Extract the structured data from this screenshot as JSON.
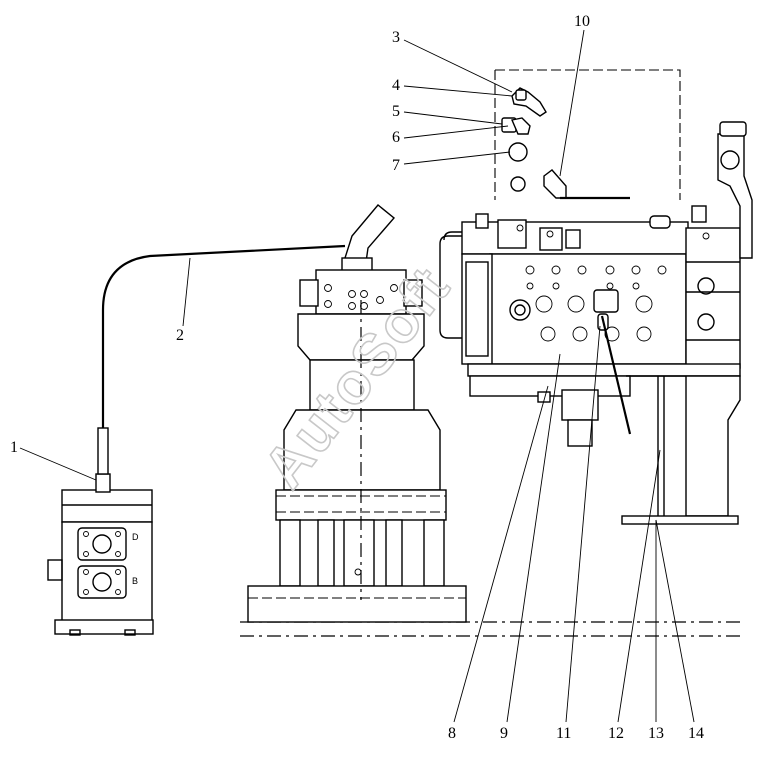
{
  "watermark": "AutoSoft",
  "callouts": [
    {
      "id": "c1",
      "number": "1"
    },
    {
      "id": "c2",
      "number": "2"
    },
    {
      "id": "c3",
      "number": "3"
    },
    {
      "id": "c4",
      "number": "4"
    },
    {
      "id": "c5",
      "number": "5"
    },
    {
      "id": "c6",
      "number": "6"
    },
    {
      "id": "c7",
      "number": "7"
    },
    {
      "id": "c8",
      "number": "8"
    },
    {
      "id": "c9",
      "number": "9"
    },
    {
      "id": "c10",
      "number": "10"
    },
    {
      "id": "c11",
      "number": "11"
    },
    {
      "id": "c12",
      "number": "12"
    },
    {
      "id": "c13",
      "number": "13"
    },
    {
      "id": "c14",
      "number": "14"
    }
  ],
  "port_labels": {
    "upper": "D",
    "lower": "B"
  }
}
